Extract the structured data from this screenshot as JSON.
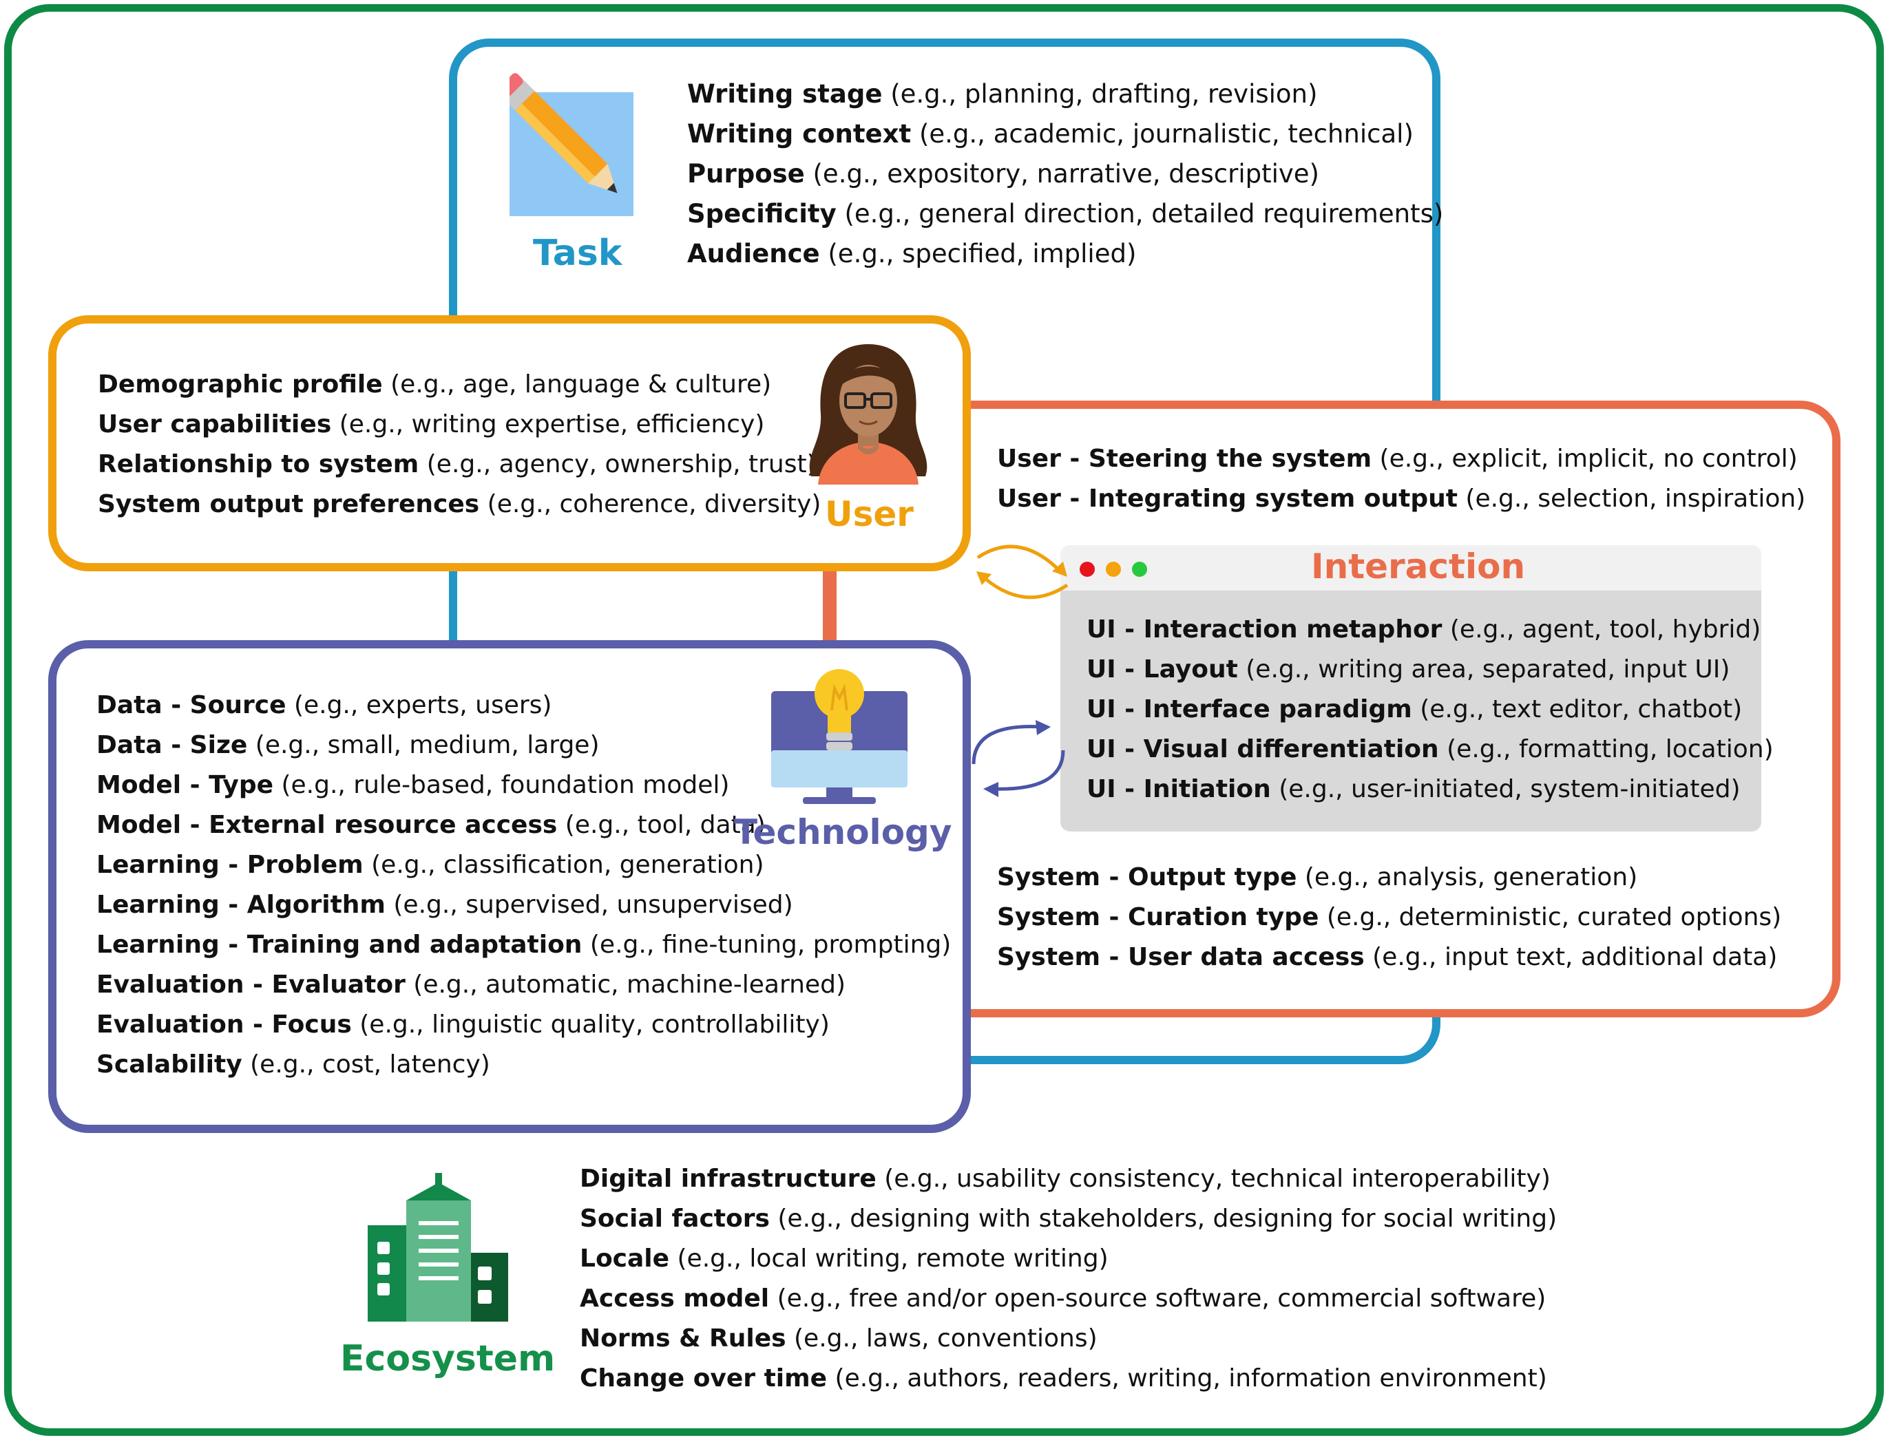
{
  "task": {
    "title": "Task",
    "items": [
      {
        "label": "Writing stage",
        "examples": "(e.g., planning, drafting, revision)"
      },
      {
        "label": "Writing context",
        "examples": "(e.g., academic, journalistic, technical)"
      },
      {
        "label": "Purpose",
        "examples": "(e.g., expository, narrative, descriptive)"
      },
      {
        "label": "Specificity",
        "examples": "(e.g., general direction, detailed requirements)"
      },
      {
        "label": "Audience",
        "examples": "(e.g., specified, implied)"
      }
    ]
  },
  "user": {
    "title": "User",
    "items": [
      {
        "label": "Demographic profile",
        "examples": "(e.g., age, language & culture)"
      },
      {
        "label": "User capabilities",
        "examples": "(e.g., writing expertise, efficiency)"
      },
      {
        "label": "Relationship to system",
        "examples": "(e.g., agency, ownership, trust)"
      },
      {
        "label": "System output preferences",
        "examples": "(e.g., coherence, diversity)"
      }
    ]
  },
  "interaction": {
    "title": "Interaction",
    "user_items": [
      {
        "label": "User - Steering the system",
        "examples": "(e.g., explicit, implicit, no control)"
      },
      {
        "label": "User - Integrating system output",
        "examples": "(e.g., selection, inspiration)"
      }
    ],
    "ui_items": [
      {
        "label": "UI - Interaction metaphor",
        "examples": "(e.g., agent, tool, hybrid)"
      },
      {
        "label": "UI - Layout",
        "examples": "(e.g., writing area, separated, input UI)"
      },
      {
        "label": "UI - Interface paradigm",
        "examples": "(e.g., text editor, chatbot)"
      },
      {
        "label": "UI - Visual differentiation",
        "examples": "(e.g., formatting, location)"
      },
      {
        "label": "UI - Initiation",
        "examples": "(e.g., user-initiated, system-initiated)"
      }
    ],
    "system_items": [
      {
        "label": "System - Output type",
        "examples": "(e.g., analysis, generation)"
      },
      {
        "label": "System - Curation type",
        "examples": "(e.g., deterministic, curated options)"
      },
      {
        "label": "System - User data access",
        "examples": "(e.g., input text, additional data)"
      }
    ],
    "window_dot_colors": [
      "#e8141c",
      "#f5a30a",
      "#27c93f"
    ]
  },
  "technology": {
    "title": "Technology",
    "items": [
      {
        "label": "Data - Source",
        "examples": "(e.g., experts, users)"
      },
      {
        "label": "Data - Size",
        "examples": "(e.g., small, medium, large)"
      },
      {
        "label": "Model - Type",
        "examples": "(e.g., rule-based, foundation model)"
      },
      {
        "label": "Model - External resource access",
        "examples": "(e.g., tool, data)"
      },
      {
        "label": "Learning - Problem",
        "examples": "(e.g., classification, generation)"
      },
      {
        "label": "Learning - Algorithm",
        "examples": "(e.g., supervised, unsupervised)"
      },
      {
        "label": "Learning - Training and adaptation",
        "examples": "(e.g., fine-tuning, prompting)"
      },
      {
        "label": "Evaluation - Evaluator",
        "examples": "(e.g., automatic, machine-learned)"
      },
      {
        "label": "Evaluation - Focus",
        "examples": "(e.g., linguistic quality, controllability)"
      },
      {
        "label": "Scalability",
        "examples": "(e.g., cost, latency)"
      }
    ]
  },
  "ecosystem": {
    "title": "Ecosystem",
    "items": [
      {
        "label": "Digital infrastructure",
        "examples": "(e.g., usability consistency, technical interoperability)"
      },
      {
        "label": "Social factors",
        "examples": "(e.g., designing with stakeholders, designing for social writing)"
      },
      {
        "label": "Locale",
        "examples": "(e.g., local writing, remote writing)"
      },
      {
        "label": "Access model",
        "examples": "(e.g., free and/or open-source software, commercial software)"
      },
      {
        "label": "Norms & Rules",
        "examples": "(e.g., laws, conventions)"
      },
      {
        "label": "Change over time",
        "examples": "(e.g., authors, readers, writing, information environment)"
      }
    ]
  },
  "colors": {
    "ecosystem": "#0e8a45",
    "task": "#2196c7",
    "user": "#f0a00c",
    "interaction": "#ea6d4b",
    "technology": "#5b5ea8"
  }
}
